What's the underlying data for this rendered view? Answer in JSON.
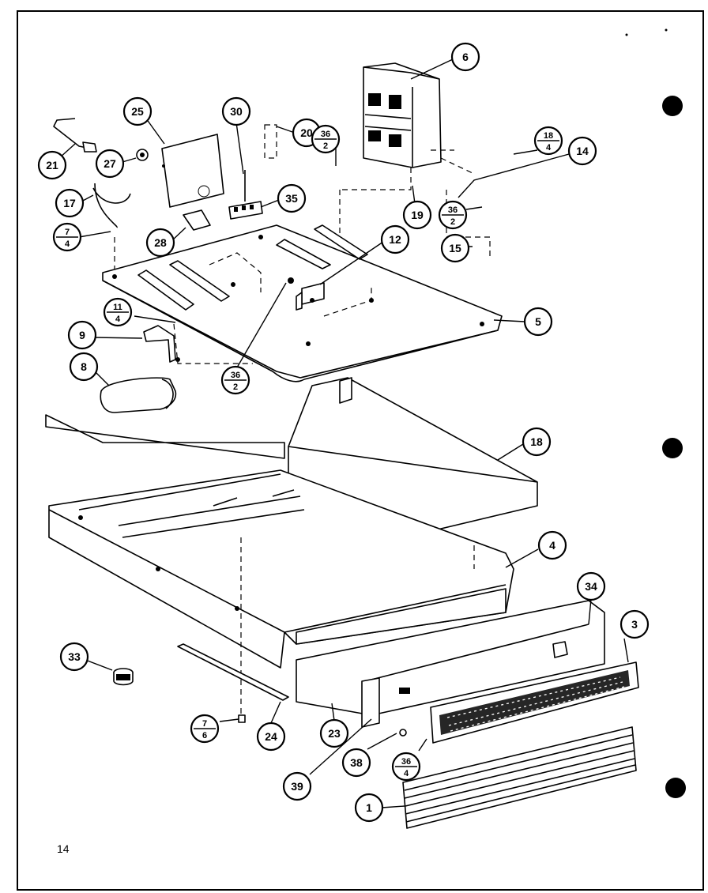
{
  "page": {
    "number": "14"
  },
  "callouts": [
    {
      "key": "c6a",
      "label": "6"
    },
    {
      "key": "c25",
      "label": "25"
    },
    {
      "key": "c30",
      "label": "30"
    },
    {
      "key": "c20",
      "label": "20"
    },
    {
      "key": "c36_2a",
      "top": "36",
      "bottom": "2"
    },
    {
      "key": "c18_4",
      "top": "18",
      "bottom": "4"
    },
    {
      "key": "c14",
      "label": "14"
    },
    {
      "key": "c21",
      "label": "21"
    },
    {
      "key": "c27",
      "label": "27"
    },
    {
      "key": "c35",
      "label": "35"
    },
    {
      "key": "c17",
      "label": "17"
    },
    {
      "key": "c19",
      "label": "19"
    },
    {
      "key": "c36_2b",
      "top": "36",
      "bottom": "2"
    },
    {
      "key": "c7_4",
      "top": "7",
      "bottom": "4"
    },
    {
      "key": "c28",
      "label": "28"
    },
    {
      "key": "c12",
      "label": "12"
    },
    {
      "key": "c15",
      "label": "15"
    },
    {
      "key": "c11_4",
      "top": "11",
      "bottom": "4"
    },
    {
      "key": "c5",
      "label": "5"
    },
    {
      "key": "c9",
      "label": "9"
    },
    {
      "key": "c8",
      "label": "8"
    },
    {
      "key": "c36_2c",
      "top": "36",
      "bottom": "2"
    },
    {
      "key": "c18",
      "label": "18"
    },
    {
      "key": "c4",
      "label": "4"
    },
    {
      "key": "c34",
      "label": "34"
    },
    {
      "key": "c3",
      "label": "3"
    },
    {
      "key": "c33",
      "label": "33"
    },
    {
      "key": "c7_6",
      "top": "7",
      "bottom": "6"
    },
    {
      "key": "c24",
      "label": "24"
    },
    {
      "key": "c23",
      "label": "23"
    },
    {
      "key": "c38",
      "label": "38"
    },
    {
      "key": "c36_4",
      "top": "36",
      "bottom": "4"
    },
    {
      "key": "c39",
      "label": "39"
    },
    {
      "key": "c1",
      "label": "1"
    }
  ]
}
